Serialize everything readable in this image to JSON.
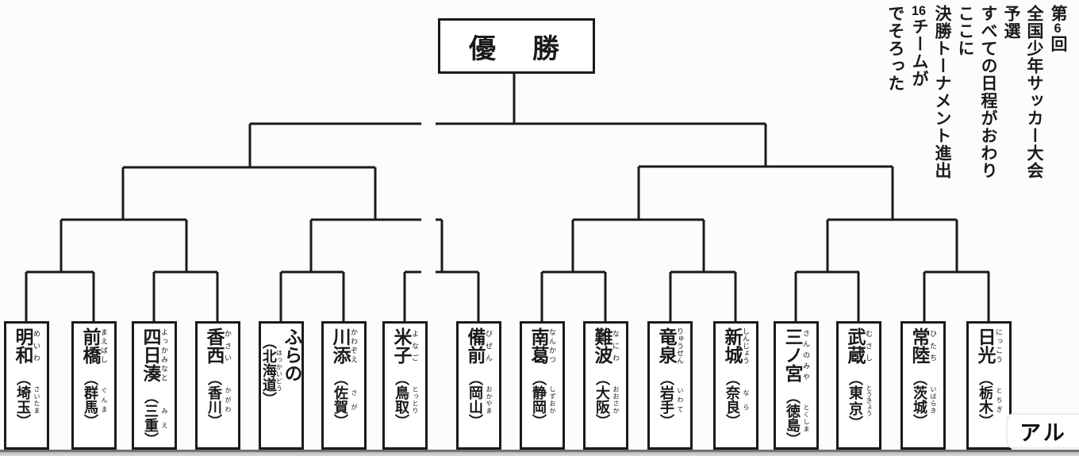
{
  "champion": {
    "label": "優　勝"
  },
  "caption": {
    "full_text": "第6回全国少年サッカー大会予選 すべての日程がおわり ここに決勝トーナメント進出16チームがでそろった",
    "line1_pre": "第",
    "line1_num": "6",
    "line1_post": "回",
    "line2": "全国少年サッカー大会",
    "line3": "予選",
    "line4": "すべての日程がおわり",
    "line5": "ここに",
    "line6": "決勝トーナメント進出",
    "line7_num": "16",
    "line7_post": "チームが",
    "line8": "でそろった"
  },
  "punct": {
    "open": "（",
    "close": "）"
  },
  "teams": [
    {
      "name": "明和",
      "reading": "めいわ",
      "prefecture": "埼玉",
      "prefecture_reading": "さいたま"
    },
    {
      "name": "前橋",
      "reading": "まえばし",
      "prefecture": "群馬",
      "prefecture_reading": "ぐんま"
    },
    {
      "name": "四日湊",
      "reading": "よっかみなと",
      "prefecture": "三重",
      "prefecture_reading": "みえ"
    },
    {
      "name": "香西",
      "reading": "かさい",
      "prefecture": "香川",
      "prefecture_reading": "かがわ"
    },
    {
      "name": "ふらの",
      "reading": "",
      "prefecture": "北海道",
      "prefecture_reading": "ほっかいどう"
    },
    {
      "name": "川添",
      "reading": "かわぞえ",
      "prefecture": "佐賀",
      "prefecture_reading": "さが"
    },
    {
      "name": "米子",
      "reading": "よなご",
      "prefecture": "鳥取",
      "prefecture_reading": "とっとり"
    },
    {
      "name": "備前",
      "reading": "びぜん",
      "prefecture": "岡山",
      "prefecture_reading": "おかやま"
    },
    {
      "name": "南葛",
      "reading": "なんかつ",
      "prefecture": "静岡",
      "prefecture_reading": "しずおか"
    },
    {
      "name": "難波",
      "reading": "なにわ",
      "prefecture": "大阪",
      "prefecture_reading": "おおさか"
    },
    {
      "name": "竜泉",
      "reading": "りゅうせん",
      "prefecture": "岩手",
      "prefecture_reading": "いわて"
    },
    {
      "name": "新城",
      "reading": "しんじょう",
      "prefecture": "奈良",
      "prefecture_reading": "なら"
    },
    {
      "name": "三ノ宮",
      "reading": "さんのみや",
      "prefecture": "徳島",
      "prefecture_reading": "とくしま"
    },
    {
      "name": "武蔵",
      "reading": "むさし",
      "prefecture": "東京",
      "prefecture_reading": "とうきょう"
    },
    {
      "name": "常陸",
      "reading": "ひたち",
      "prefecture": "茨城",
      "prefecture_reading": "いばらき"
    },
    {
      "name": "日光",
      "reading": "にっこう",
      "prefecture": "栃木",
      "prefecture_reading": "とちぎ"
    }
  ],
  "watermark": {
    "label": "アル"
  },
  "colors": {
    "ink": "#1a1a1a",
    "paper": "#fcfcfc",
    "page_edge": "#6e6e6e"
  }
}
